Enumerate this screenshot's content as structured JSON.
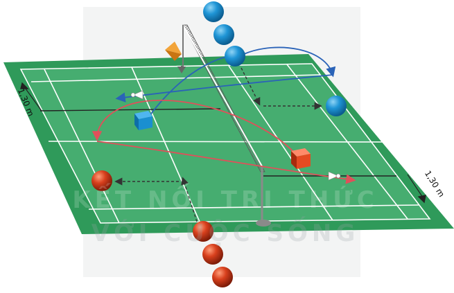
{
  "labels": {
    "net_height_left": "1,30 m",
    "net_height_right": "1,30 m"
  },
  "watermark": {
    "line1": "KẾT NỐI TRI THỨC",
    "line2": "VỚI CUỘC SỐNG"
  },
  "colors": {
    "court_outer": "#2f9a5a",
    "court_inner": "#4fb074",
    "court_lines": "#ffffff",
    "blue_player": "#1a8fd0",
    "red_player": "#d8401d",
    "blue_trajectory": "#2a63b8",
    "red_trajectory": "#e0505a",
    "net": "#5a5a5a",
    "post": "#8a8a8a"
  },
  "icons": [
    "shuttlecock-icon",
    "camera-icon",
    "ball-icon",
    "cube-icon"
  ]
}
